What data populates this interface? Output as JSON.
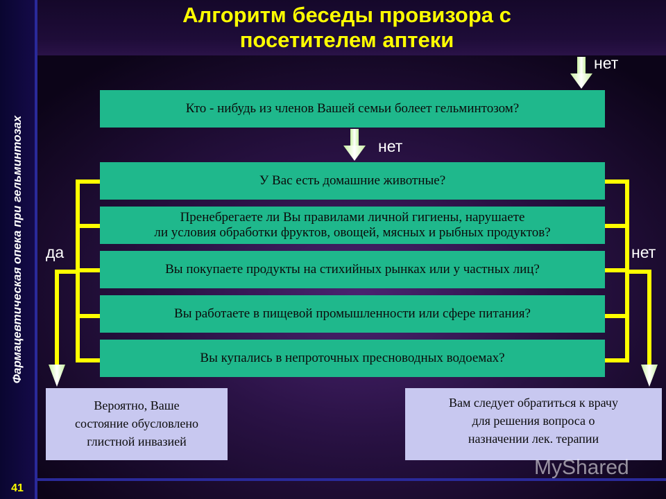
{
  "slide": {
    "title_line1": "Алгоритм беседы провизора с",
    "title_line2": "посетителем аптеки",
    "sidebar_text": "Фармацевтическая опека при гельминтозах",
    "page_number": "41",
    "watermark": "MyShared"
  },
  "diagram": {
    "questions": [
      {
        "id": "family",
        "lines": [
          "Кто - нибудь из членов Вашей семьи болеет гельминтозом?"
        ]
      },
      {
        "id": "pets",
        "lines": [
          "У Вас есть домашние животные?"
        ]
      },
      {
        "id": "hygiene",
        "lines": [
          "Пренебрегаете ли Вы правилами личной гигиены, нарушаете",
          "ли условия обработки фруктов, овощей, мясных и рыбных продуктов?"
        ]
      },
      {
        "id": "markets",
        "lines": [
          "Вы покупаете продукты на стихийных рынках или у частных лиц?"
        ]
      },
      {
        "id": "food-industry",
        "lines": [
          "Вы работаете в пищевой промышленности или сфере питания?"
        ]
      },
      {
        "id": "swimming",
        "lines": [
          "Вы купались в непроточных пресноводных водоемах?"
        ]
      }
    ],
    "labels": {
      "no_top": "нет",
      "no_middle": "нет",
      "yes_left": "да",
      "no_right": "нет"
    },
    "results": {
      "yes_lines": [
        "Вероятно, Ваше",
        "состояние обусловлено",
        "глистной инвазией"
      ],
      "no_lines": [
        "Вам следует обратиться к врачу",
        "для решения вопроса о",
        "назначении лек. терапии"
      ]
    },
    "colors": {
      "box": "#1fb88c",
      "result_box": "#c8c8f0",
      "connector": "#ffff00",
      "title": "#ffff00"
    }
  }
}
